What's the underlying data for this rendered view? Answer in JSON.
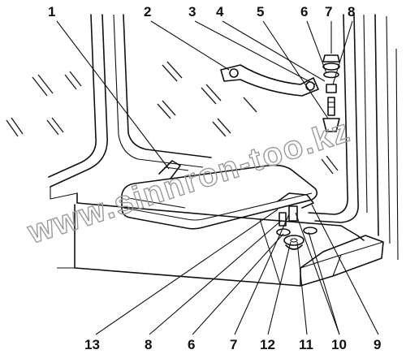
{
  "callouts": {
    "top": [
      {
        "id": "c1",
        "text": "1"
      },
      {
        "id": "c2",
        "text": "2"
      },
      {
        "id": "c3",
        "text": "3"
      },
      {
        "id": "c4",
        "text": "4"
      },
      {
        "id": "c5",
        "text": "5"
      },
      {
        "id": "c6",
        "text": "6"
      },
      {
        "id": "c7",
        "text": "7"
      },
      {
        "id": "c8",
        "text": "8"
      }
    ],
    "bottom": [
      {
        "id": "c13",
        "text": "13"
      },
      {
        "id": "c8b",
        "text": "8"
      },
      {
        "id": "c6b",
        "text": "6"
      },
      {
        "id": "c7b",
        "text": "7"
      },
      {
        "id": "c12",
        "text": "12"
      },
      {
        "id": "c11",
        "text": "11"
      },
      {
        "id": "c10",
        "text": "10"
      },
      {
        "id": "c9",
        "text": "9"
      }
    ]
  },
  "watermark": "www.sinnron-too.kz"
}
